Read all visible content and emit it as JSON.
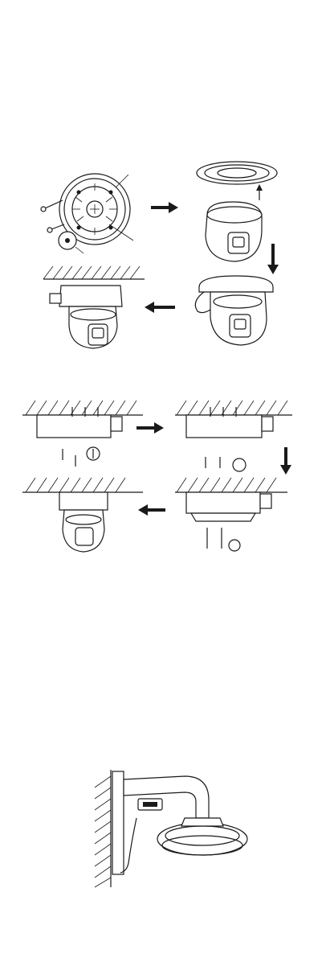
{
  "diagrams": [
    {
      "id": "ceiling-mount-junction-box",
      "steps": 4
    },
    {
      "id": "ceiling-mount-mounting-plate",
      "steps": 4
    },
    {
      "id": "wall-mount-bracket",
      "steps": 1
    }
  ],
  "arrows": [
    "right",
    "down",
    "left",
    "right",
    "down",
    "left"
  ],
  "colors": {
    "line": "#1a1a1a",
    "background": "#ffffff"
  }
}
